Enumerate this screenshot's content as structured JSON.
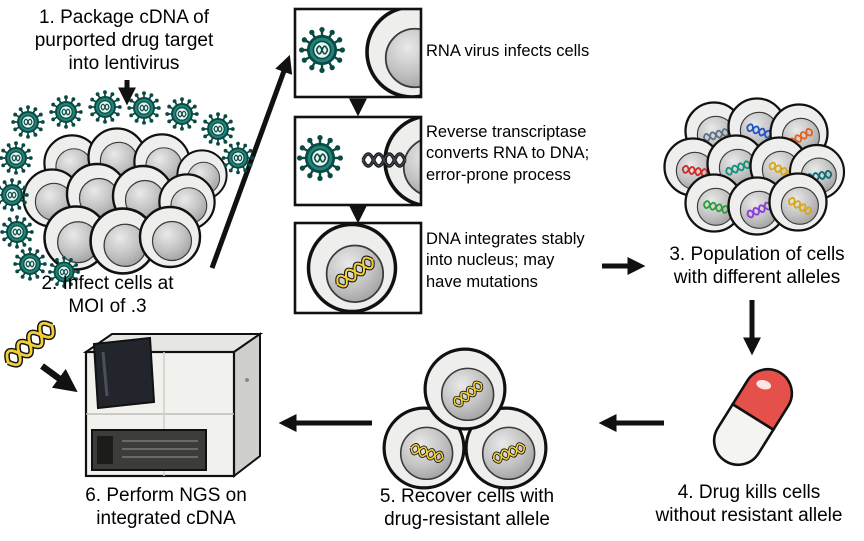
{
  "steps": {
    "step1": {
      "lines": [
        "1. Package cDNA of",
        "purported drug target",
        "into lentivirus"
      ]
    },
    "step2": {
      "lines": [
        "2. Infect cells at",
        "MOI of .3"
      ]
    },
    "step3": {
      "lines": [
        "3. Population of cells",
        "with different alleles"
      ]
    },
    "step4": {
      "lines": [
        "4. Drug kills cells",
        "without resistant allele"
      ]
    },
    "step5": {
      "lines": [
        "5. Recover cells with",
        "drug-resistant allele"
      ]
    },
    "step6": {
      "lines": [
        "6. Perform NGS on",
        "integrated cDNA"
      ]
    }
  },
  "panels": {
    "panel1": {
      "lines": [
        "RNA virus infects cells"
      ]
    },
    "panel2": {
      "lines": [
        "Reverse transcriptase",
        "converts RNA to DNA;",
        "error-prone process"
      ]
    },
    "panel3": {
      "lines": [
        "DNA integrates stably",
        "into nucleus; may",
        "have mutations"
      ]
    }
  },
  "colors": {
    "virus_teal": "#1f837a",
    "virus_dark": "#0a4a43",
    "dna_yellow": "#f2cf3a",
    "pill_red": "#e6504a",
    "cell_gray": "#eeeeec",
    "allele_colors": [
      "#5f7386",
      "#2456c6",
      "#e0641f",
      "#cf2b2b",
      "#17917f",
      "#0f6b75",
      "#2e9e3e",
      "#8a3fd1",
      "#d8a71c"
    ]
  }
}
